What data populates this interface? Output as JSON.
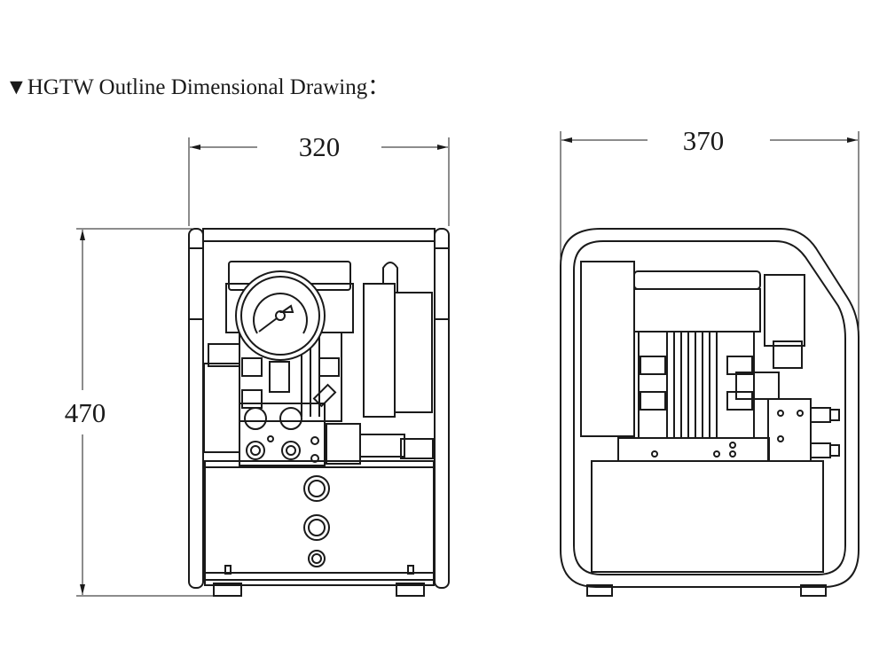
{
  "title": {
    "marker": "▼",
    "text": "HGTW Outline Dimensional Drawing",
    "suffix": "："
  },
  "front_view": {
    "width_label": "320",
    "height_label": "470"
  },
  "side_view": {
    "depth_label": "370"
  },
  "colors": {
    "line": "#1a1a1a",
    "background": "#ffffff"
  }
}
